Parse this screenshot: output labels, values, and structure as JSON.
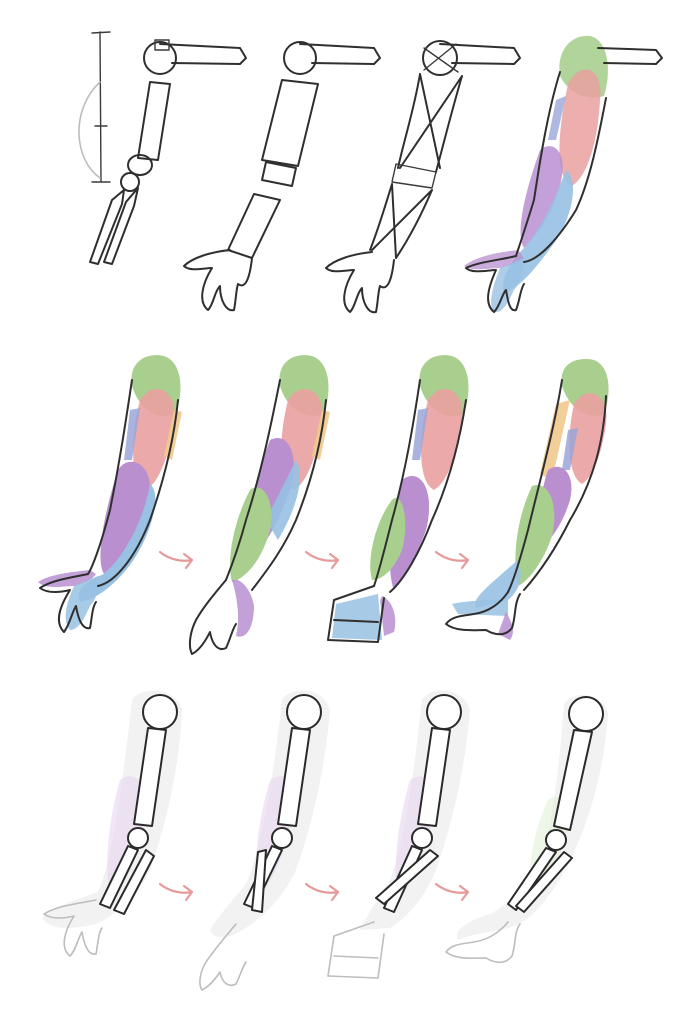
{
  "colors": {
    "background": "#ffffff",
    "ink": "#2f2f2f",
    "shoulder_deltoid": "#a9cf8f",
    "biceps": "#eaa0a0",
    "brachioradialis": "#b98fd0",
    "forearm_flexor": "#98c1e3",
    "triceps": "#f1c98e",
    "arrow": "#e79a9a",
    "faint_overlay": "#d7d7d7"
  },
  "icons": {
    "rotation_arrow": "curved-arrow-icon"
  },
  "rows": [
    {
      "name": "construction-row",
      "panels": [
        "bone-skeleton",
        "boxed-forms",
        "wireframe",
        "colored-muscles"
      ]
    },
    {
      "name": "muscle-rotation-row",
      "panels": [
        "supinated",
        "semi-pronated",
        "pronated",
        "fully-pronated"
      ],
      "arrows": 3
    },
    {
      "name": "skeleton-overlay-row",
      "panels": [
        "supinated-bones",
        "semi-pronated-bones",
        "pronated-bones",
        "fully-pronated-bones"
      ],
      "arrows": 3
    }
  ]
}
